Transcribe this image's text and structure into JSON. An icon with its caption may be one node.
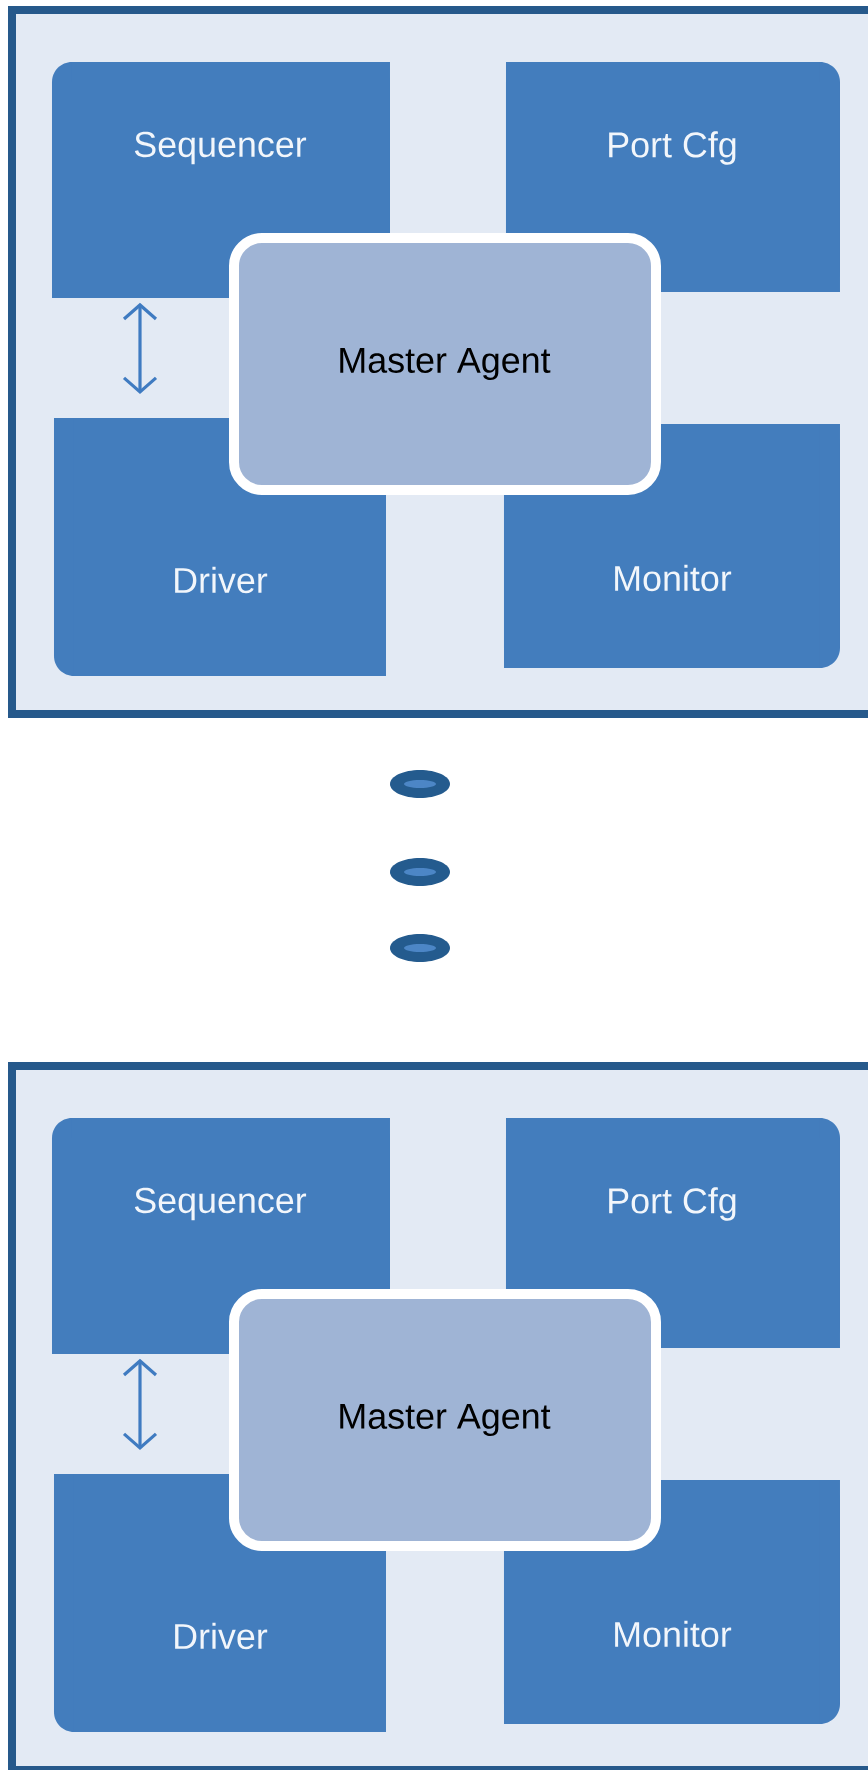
{
  "diagram": {
    "nodes": [
      {
        "text": [],
        "shape": "box"
      },
      {
        "text": [
          "Sequencer"
        ],
        "in": 0
      },
      {
        "text": [
          "Port Cfg"
        ],
        "in": 0
      },
      {
        "text": [
          "Master Agent"
        ],
        "in": 0
      },
      {
        "text": [
          "Driver"
        ],
        "in": 0
      },
      {
        "text": [
          "Monitor"
        ],
        "in": 0
      },
      {
        "text": [],
        "shape": "box"
      },
      {
        "text": [
          "Sequencer"
        ],
        "in": 6
      },
      {
        "text": [
          "Port Cfg"
        ],
        "in": 6
      },
      {
        "text": [
          "Master Agent"
        ],
        "in": 6
      },
      {
        "text": [
          "Driver"
        ],
        "in": 6
      },
      {
        "text": [
          "Monitor"
        ],
        "in": 6
      }
    ],
    "edges": [
      {
        "from": 1,
        "to": 4,
        "arrow": "both"
      },
      {
        "from": 7,
        "to": 10,
        "arrow": "both"
      }
    ]
  }
}
